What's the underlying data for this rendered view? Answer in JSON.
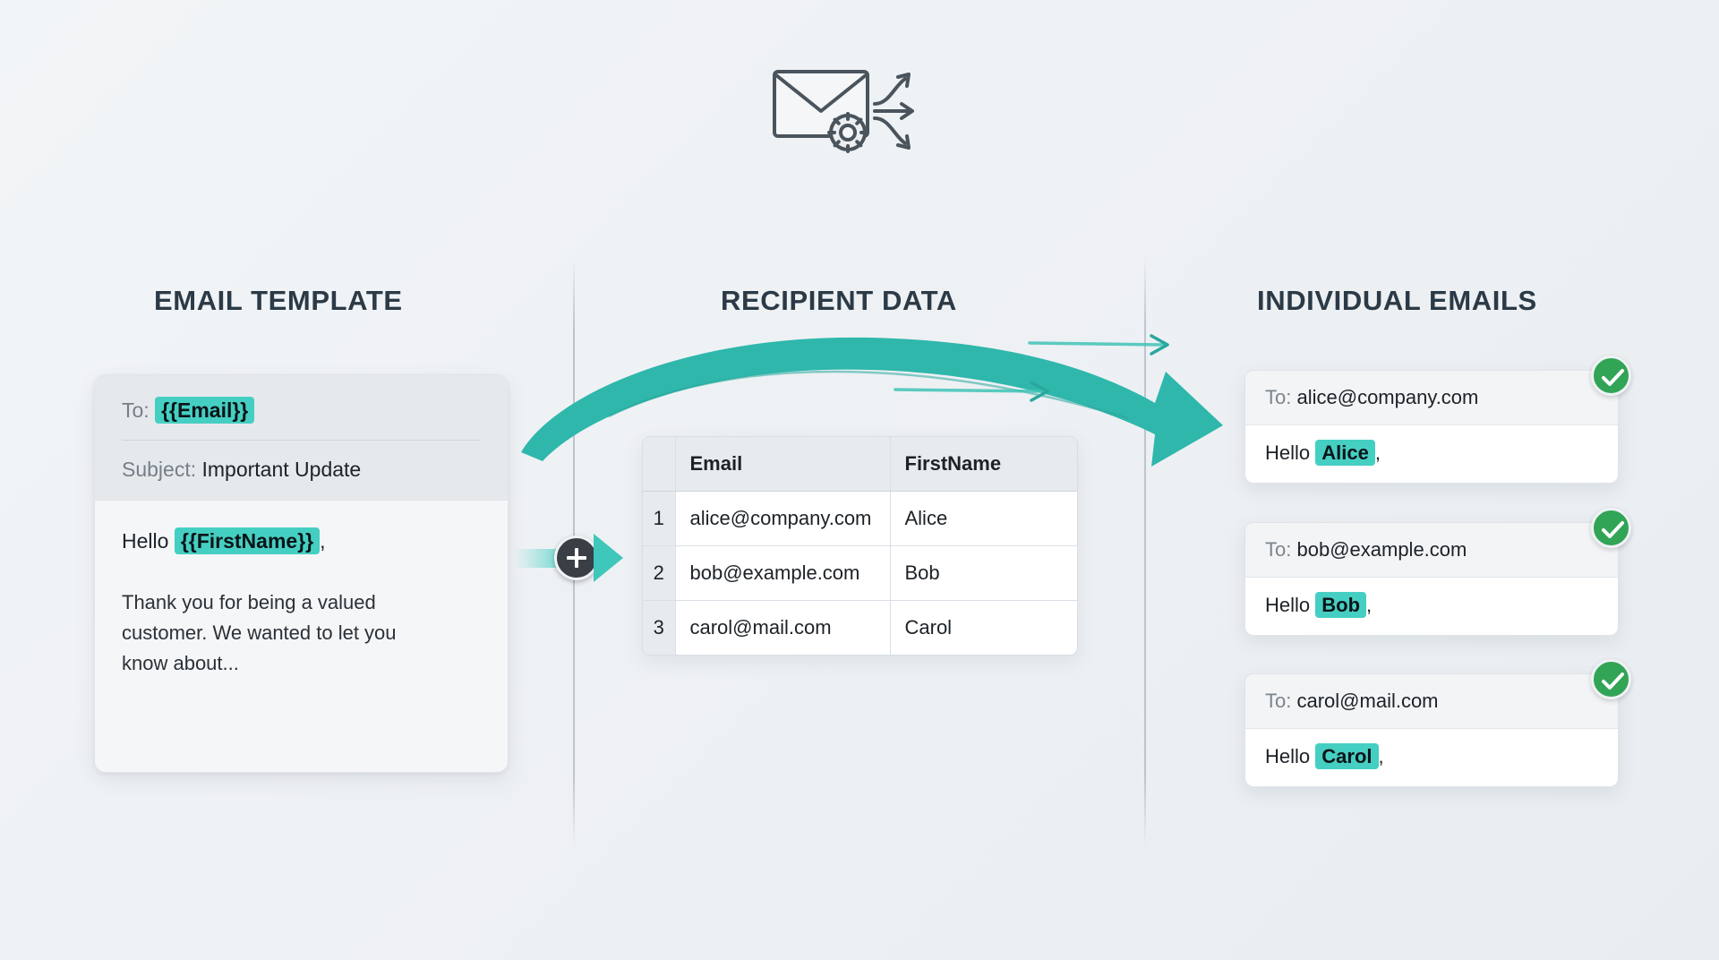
{
  "header": {
    "icon": "envelope-gear-split-icon"
  },
  "columns": {
    "template_heading": "EMAIL TEMPLATE",
    "recipient_heading": "RECIPIENT DATA",
    "emails_heading": "INDIVIDUAL EMAILS"
  },
  "template": {
    "to_label": "To:",
    "to_token": "{{Email}}",
    "subject_label": "Subject:",
    "subject_value": "Important Update",
    "greeting_prefix": "Hello",
    "greeting_token": "{{FirstName}}",
    "greeting_suffix": ",",
    "paragraph": "Thank you for being a valued customer. We wanted to let you know about..."
  },
  "connector": {
    "plus_symbol": "+",
    "arrow": "merge-arrow-right"
  },
  "recipient_table": {
    "columns": [
      "Email",
      "FirstName"
    ],
    "gutter_header": "",
    "rows": [
      {
        "index": "1",
        "email": "alice@company.com",
        "first_name": "Alice"
      },
      {
        "index": "2",
        "email": "bob@example.com",
        "first_name": "Bob"
      },
      {
        "index": "3",
        "email": "carol@mail.com",
        "first_name": "Carol"
      }
    ]
  },
  "individual_emails": [
    {
      "to_label": "To:",
      "to_value": "alice@company.com",
      "greeting_prefix": "Hello",
      "greeting_name": "Alice",
      "greeting_suffix": ",",
      "status": "sent"
    },
    {
      "to_label": "To:",
      "to_value": "bob@example.com",
      "greeting_prefix": "Hello",
      "greeting_name": "Bob",
      "greeting_suffix": ",",
      "status": "sent"
    },
    {
      "to_label": "To:",
      "to_value": "carol@mail.com",
      "greeting_prefix": "Hello",
      "greeting_name": "Carol",
      "greeting_suffix": ",",
      "status": "sent"
    }
  ],
  "colors": {
    "token_highlight": "#45cfc2",
    "flow_arrow": "#2fb7ac",
    "success_badge": "#31a455",
    "heading_text": "#2b3a46",
    "background": "#eef1f4"
  }
}
